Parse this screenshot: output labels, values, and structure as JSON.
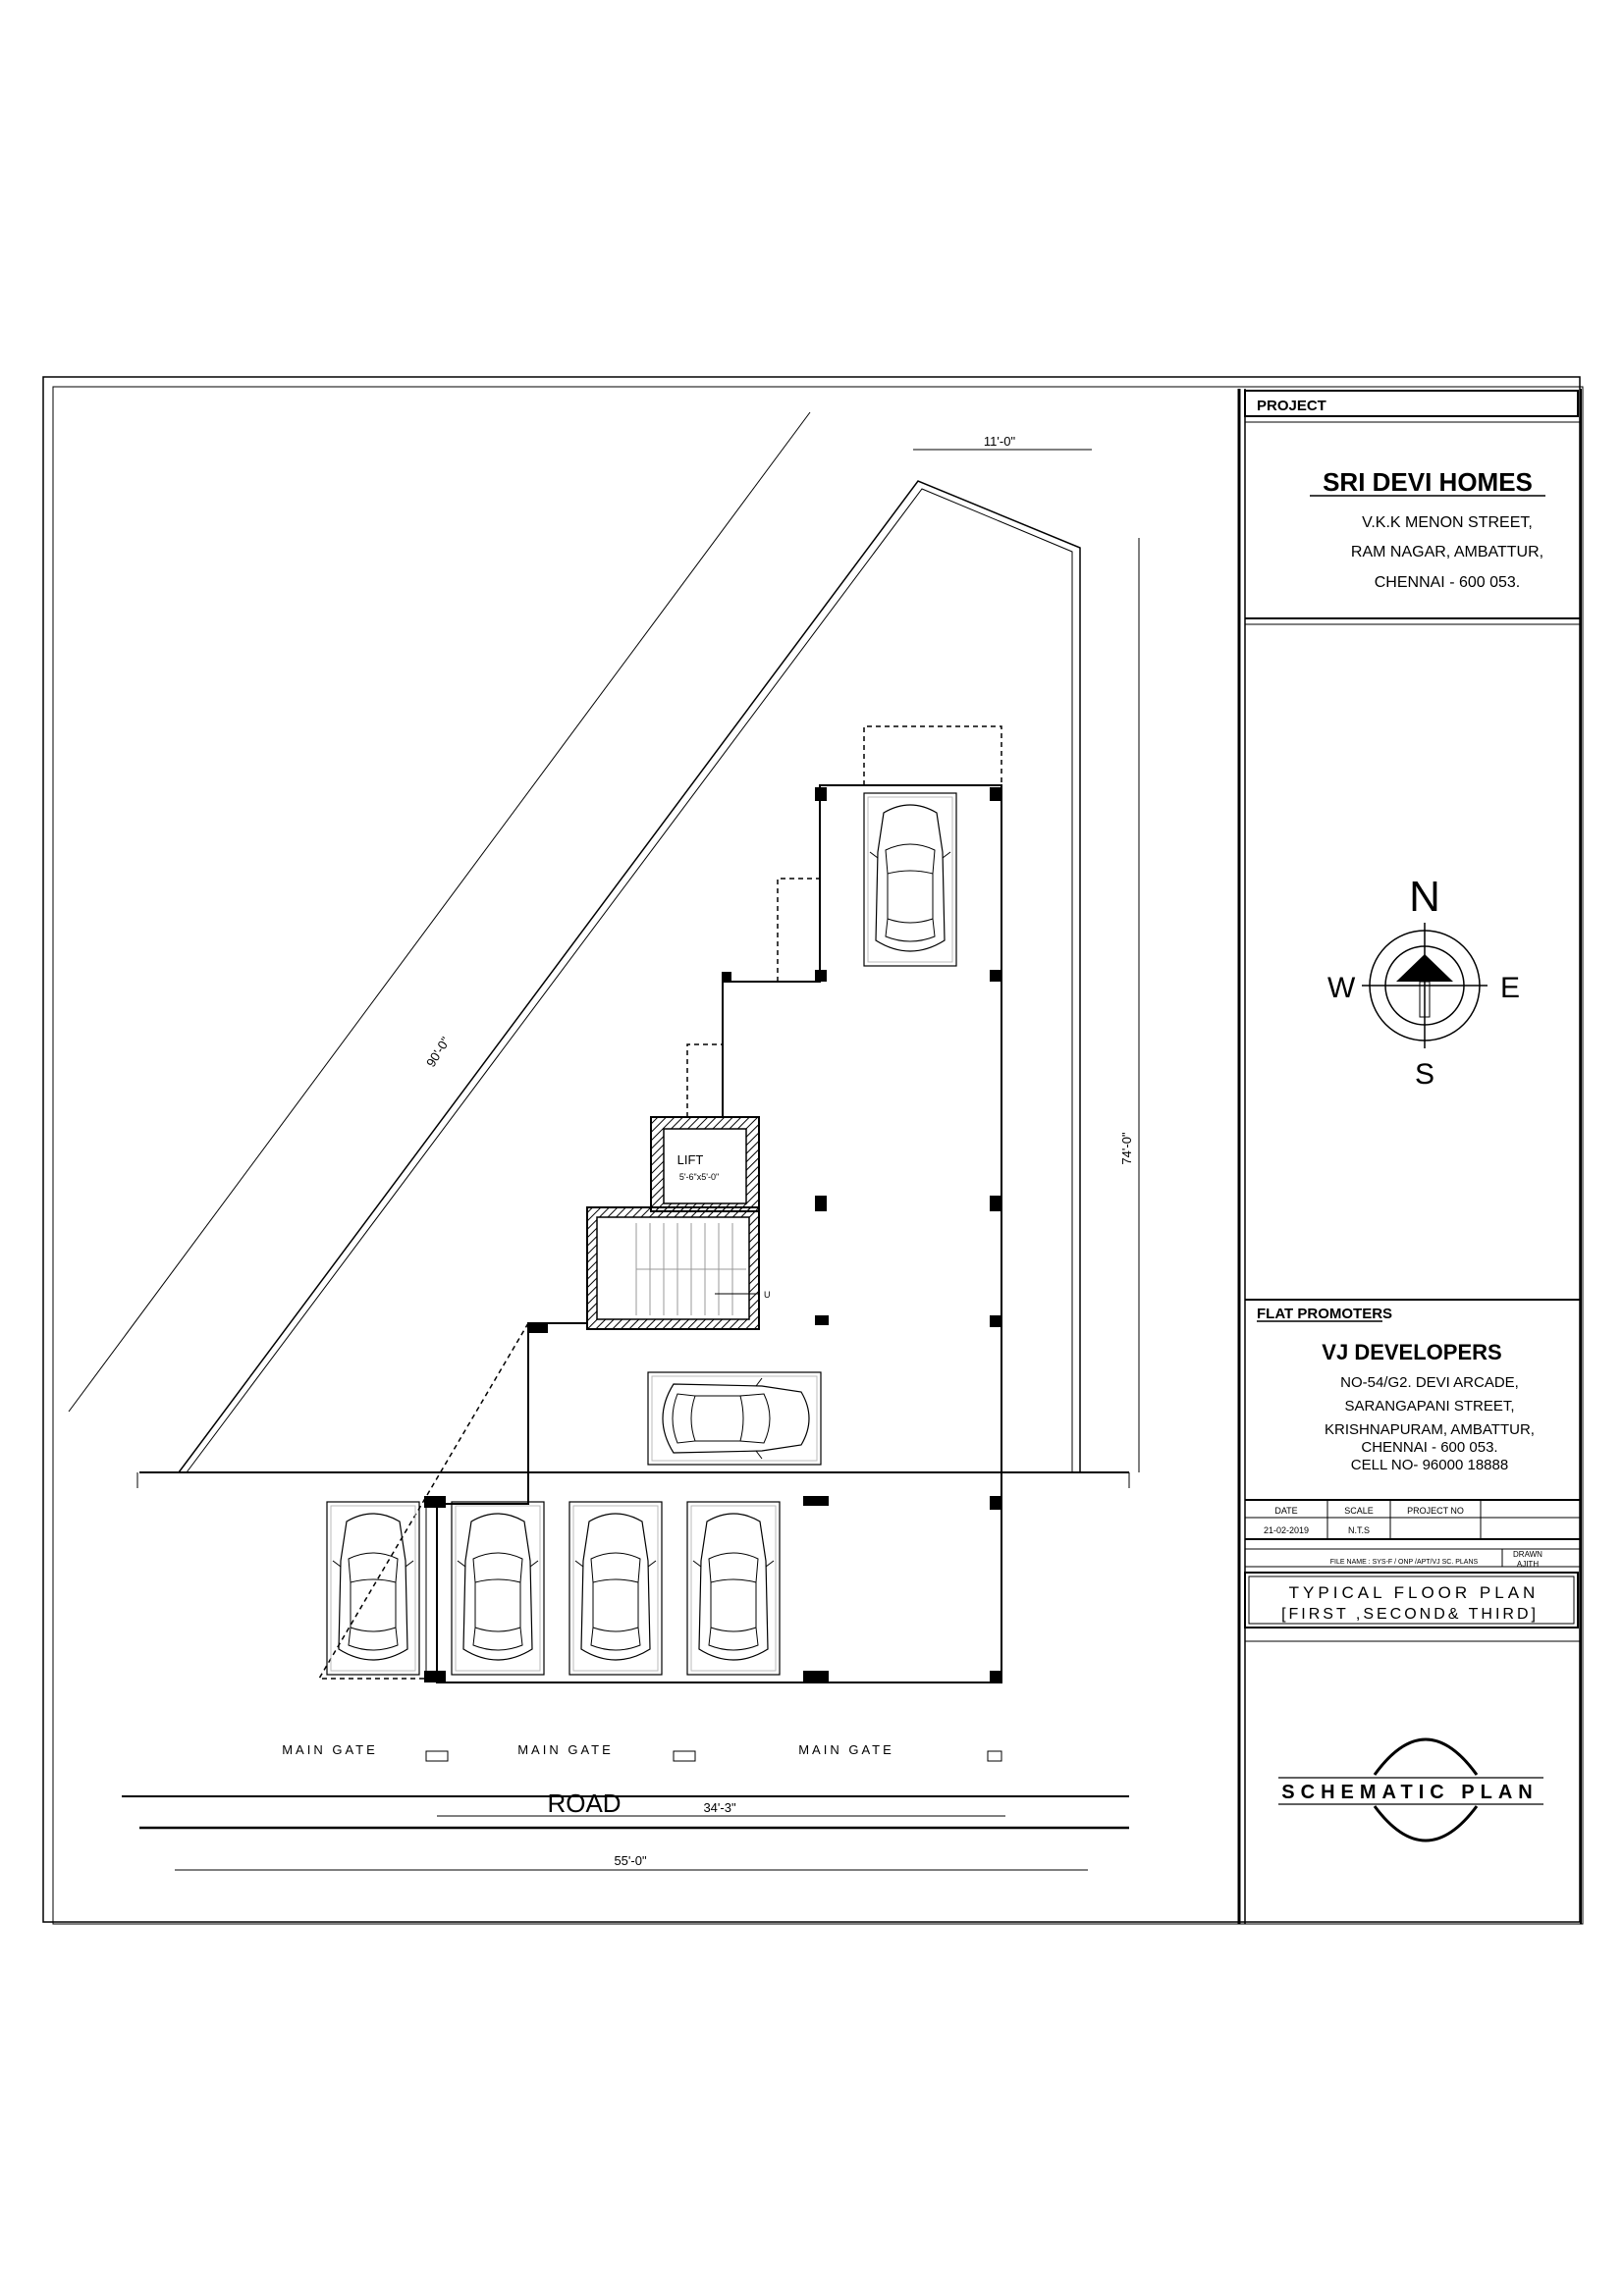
{
  "labels": {
    "lift": "LIFT",
    "lift_size": "5'-6\"x5'-0\"",
    "road": "ROAD",
    "main_gate_1": "MAIN GATE",
    "main_gate_2": "MAIN GATE",
    "main_gate_3": "MAIN GATE",
    "up_arrow": "U"
  },
  "dimensions": {
    "top": "11'-0\"",
    "left_diagonal": "90'-0\"",
    "right": "74'-0\"",
    "road_inner": "34'-3\"",
    "bottom": "55'-0\""
  },
  "compass": {
    "north": "N",
    "south": "S",
    "east": "E",
    "west": "W"
  },
  "title_block": {
    "project_header": "PROJECT",
    "project_name": "SRI DEVI HOMES",
    "project_address": [
      "V.K.K MENON STREET,",
      "RAM NAGAR, AMBATTUR,",
      "CHENNAI - 600 053."
    ],
    "promoters_header": "FLAT PROMOTERS",
    "promoter_name": "VJ DEVELOPERS",
    "promoter_address": [
      "NO-54/G2. DEVI ARCADE,",
      "SARANGAPANI STREET,",
      "KRISHNAPURAM, AMBATTUR,",
      "CHENNAI - 600 053.",
      "CELL NO- 96000 18888"
    ],
    "table_headers": {
      "date": "DATE",
      "scale": "SCALE",
      "project_no": "PROJECT NO"
    },
    "table_values": {
      "date": "21-02-2019",
      "scale": "N.T.S",
      "project_no": ""
    },
    "file_name": "FILE NAME : SYS-F / ONP /APT/VJ SC. PLANS",
    "drawn_label": "DRAWN",
    "drawn_by": "AJITH",
    "plan_title_line1": "TYPICAL FLOOR PLAN",
    "plan_title_line2": "[FIRST ,SECOND& THIRD]",
    "schematic": "SCHEMATIC PLAN"
  }
}
